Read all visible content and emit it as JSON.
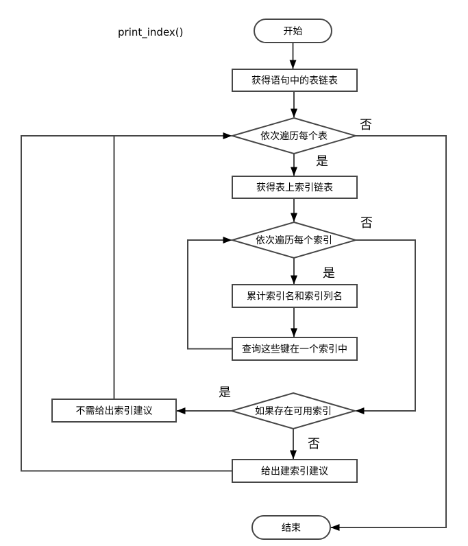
{
  "title": "print_index()",
  "nodes": {
    "start": {
      "type": "terminator",
      "label": "开始"
    },
    "get_table_list": {
      "type": "process",
      "label": "获得语句中的表链表"
    },
    "loop_tables": {
      "type": "decision",
      "label": "依次遍历每个表"
    },
    "get_index_list": {
      "type": "process",
      "label": "获得表上索引链表"
    },
    "loop_indexes": {
      "type": "decision",
      "label": "依次遍历每个索引"
    },
    "accumulate": {
      "type": "process",
      "label": "累计索引名和索引列名"
    },
    "query_keys": {
      "type": "process",
      "label": "查询这些键在一个索引中"
    },
    "check_usable": {
      "type": "decision",
      "label": "如果存在可用索引"
    },
    "no_advice": {
      "type": "process",
      "label": "不需给出索引建议"
    },
    "give_advice": {
      "type": "process",
      "label": "给出建索引建议"
    },
    "end": {
      "type": "terminator",
      "label": "结束"
    }
  },
  "branch_labels": {
    "loop_tables_no": "否",
    "loop_tables_yes": "是",
    "loop_indexes_no": "否",
    "loop_indexes_yes": "是",
    "check_usable_yes": "是",
    "check_usable_no": "否"
  },
  "colors": {
    "stroke": "#464646",
    "arrow": "#000000",
    "text": "#000000",
    "background": "#ffffff"
  }
}
